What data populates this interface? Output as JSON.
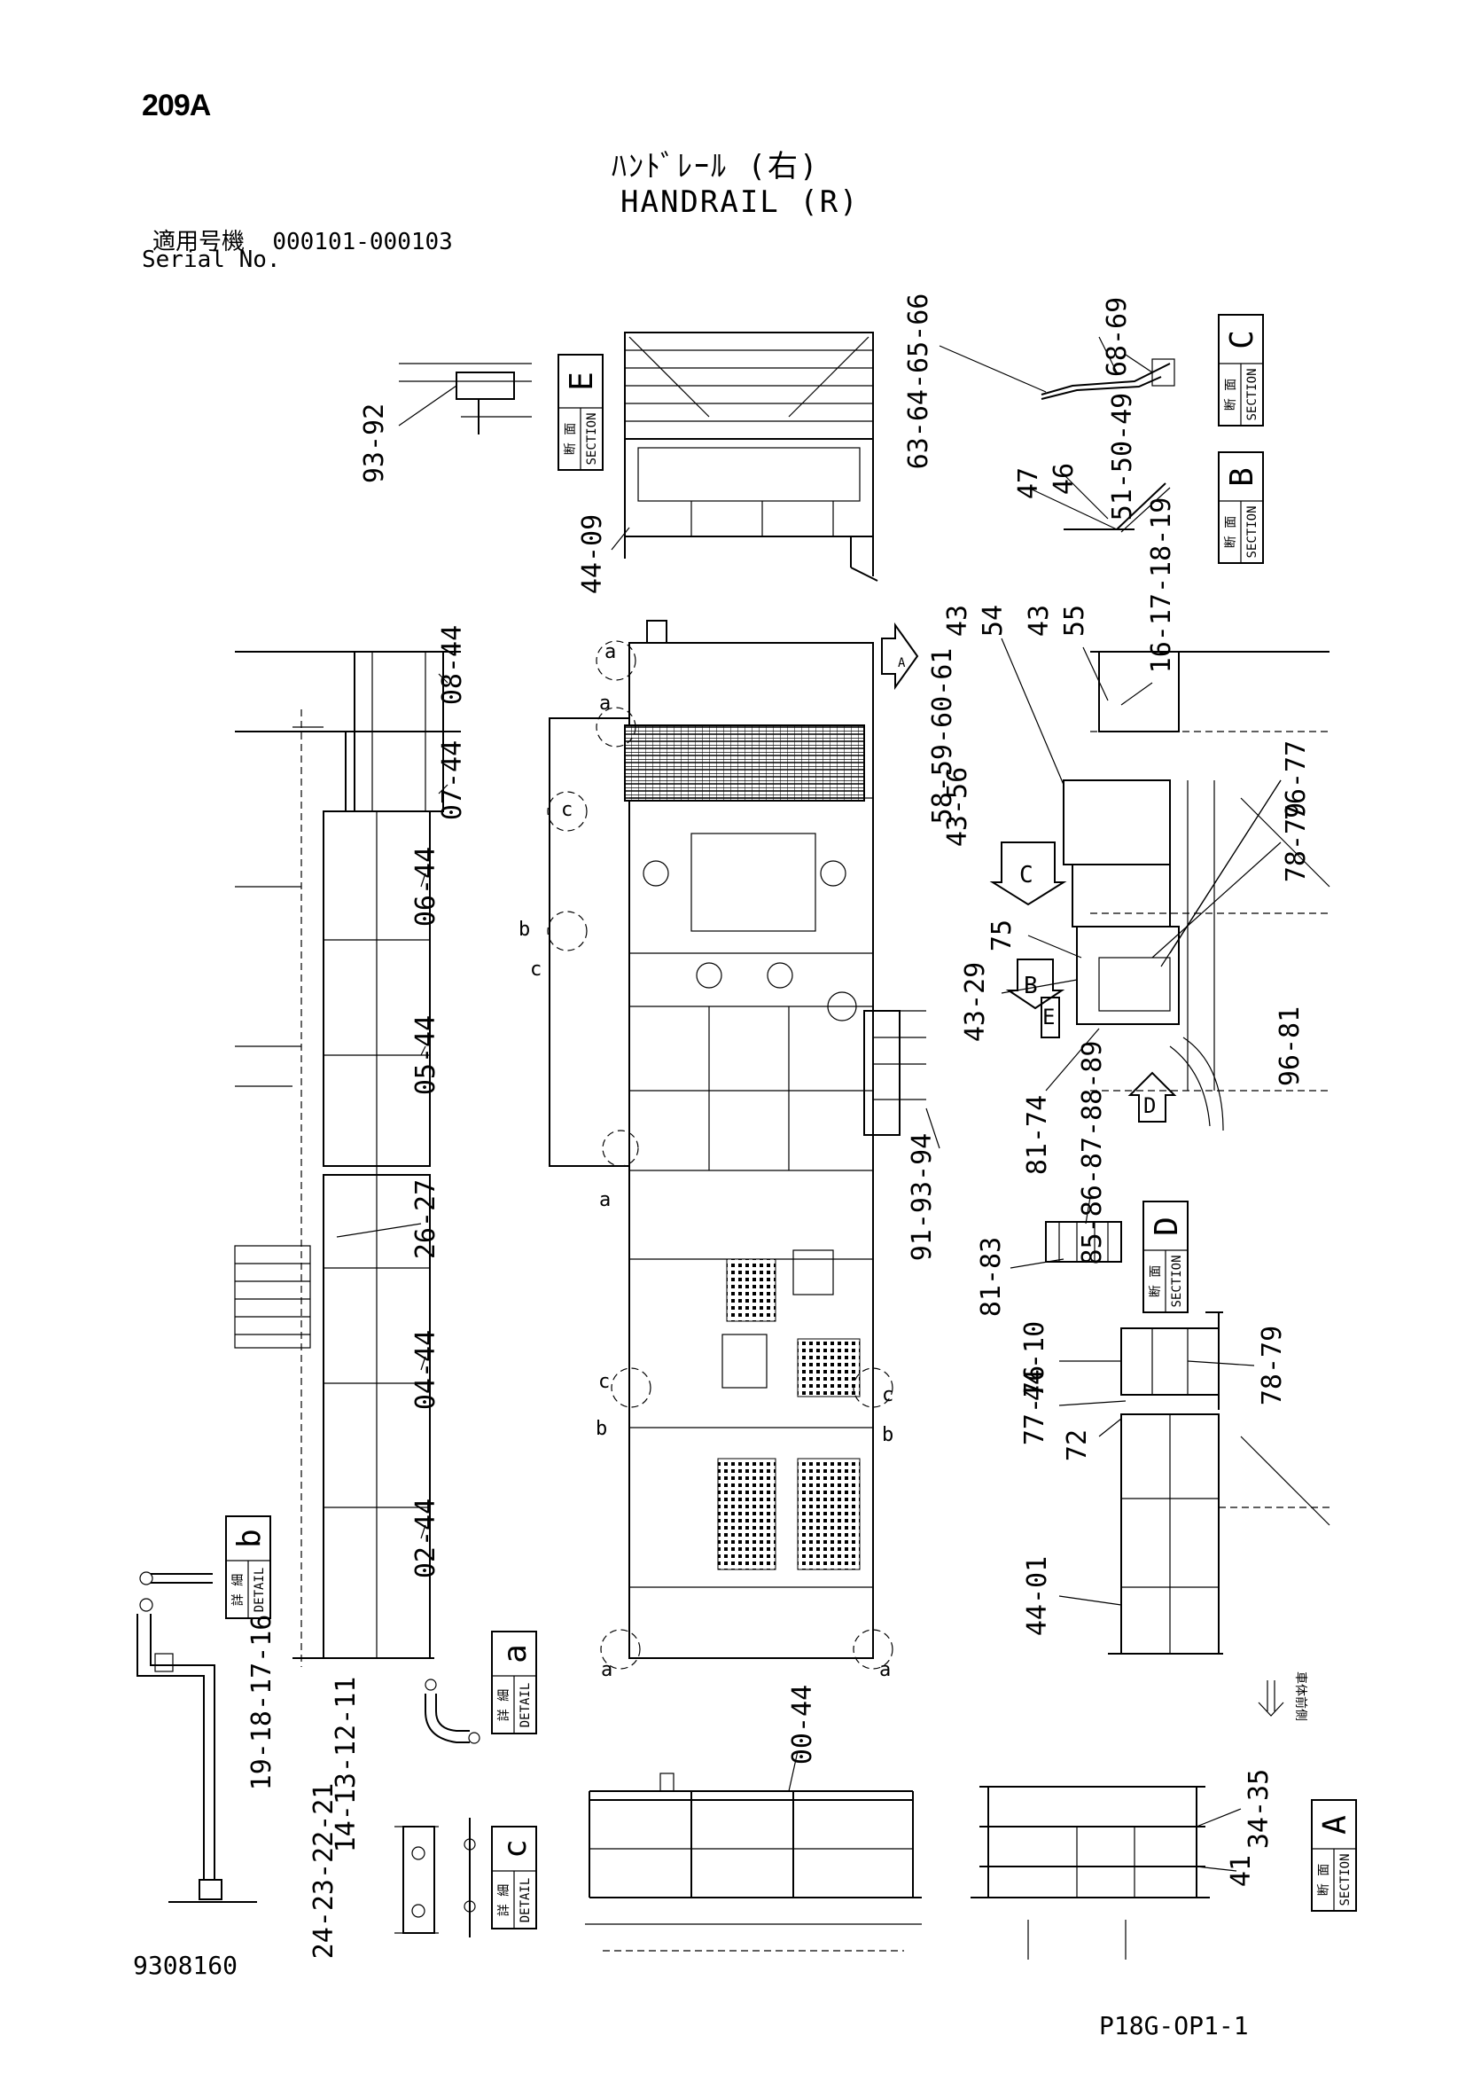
{
  "header": {
    "page_number": "209A",
    "title_jp": "ﾊﾝﾄﾞﾚｰﾙ (右)",
    "title_en": "HANDRAIL (R)",
    "serial_label_jp": "適用号機",
    "serial_range": "000101-000103",
    "serial_label_en": "Serial No."
  },
  "footer": {
    "drawing_number": "9308160",
    "figure_code": "P18G-OP1-1"
  },
  "boxes": {
    "section_jp": "断 面",
    "detail_jp": "詳 細",
    "section_en": "SECTION",
    "detail_en": "DETAIL",
    "E": "E",
    "C": "C",
    "B": "B",
    "D": "D",
    "A": "A",
    "b": "b",
    "a": "a",
    "c": "c"
  },
  "front_dir": "車体前側",
  "callouts": {
    "sE_1": "93-92",
    "top_bottom": "44-09",
    "sC_1": "63-64-65-66",
    "sC_2": "68-69",
    "sB_1": "47",
    "sB_2": "46",
    "sB_3": "51-50-49",
    "l_08": "08-44",
    "l_07": "07-44",
    "l_06": "06-44",
    "l_05": "05-44",
    "l_26": "26-27",
    "l_04": "04-44",
    "l_02": "02-44",
    "r_43a": "43",
    "r_54": "54",
    "r_43b": "43",
    "r_55": "55",
    "r_1619": "16-17-18-19",
    "r_5861": "58-59-60-61",
    "r_4356": "43-56",
    "r_7677": "76-77",
    "r_7879": "78-79",
    "r_75": "75",
    "r_4329": "43-29",
    "r_9681": "96-81",
    "r_8174": "81-74",
    "r_919394": "91-93-94",
    "d_8589": "85-86-87-88-89",
    "d_8183": "81-83",
    "r_4410": "44-10",
    "r_7879b": "78-79",
    "r_7776": "77-76",
    "r_72": "72",
    "r_4401": "44-01",
    "db_1": "19-18-17-16",
    "da_1": "14-13-12-11",
    "dc_1": "24-23-22-21",
    "b_4400": "00-44",
    "sA_1": "34-35",
    "sA_2": "41"
  }
}
